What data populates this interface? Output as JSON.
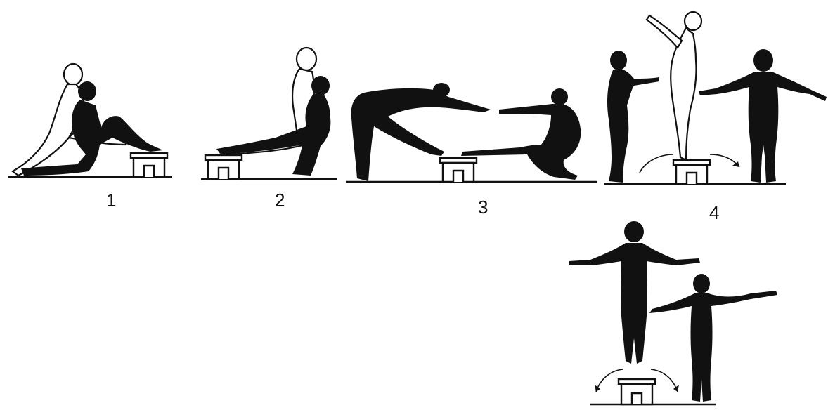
{
  "figure": {
    "panels": [
      {
        "id": "1",
        "label": "1"
      },
      {
        "id": "2",
        "label": "2"
      },
      {
        "id": "3",
        "label": "3"
      },
      {
        "id": "4",
        "label": "4"
      },
      {
        "id": "5",
        "label": ""
      }
    ]
  }
}
